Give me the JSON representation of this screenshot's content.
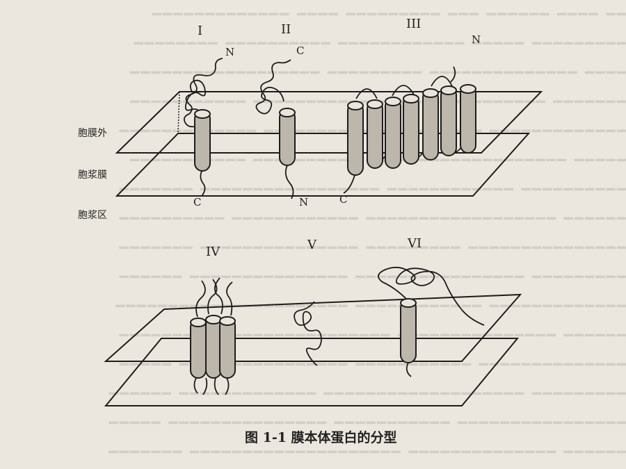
{
  "figure": {
    "caption": "图 1-1   膜本体蛋白的分型",
    "side_labels": {
      "outer": "胞膜外",
      "membrane": "胞浆膜",
      "inner": "胞浆区"
    },
    "types": [
      {
        "numeral": "I",
        "top_terminus": "N",
        "bottom_terminus": "C"
      },
      {
        "numeral": "II",
        "top_terminus": "C",
        "bottom_terminus": "N"
      },
      {
        "numeral": "III",
        "top_terminus": "N",
        "bottom_terminus": "C"
      },
      {
        "numeral": "IV"
      },
      {
        "numeral": "V"
      },
      {
        "numeral": "VI"
      }
    ]
  },
  "colors": {
    "paper": "#ece7de",
    "ink": "#1c1c1c",
    "helix_fill": "#bdb6ab"
  }
}
